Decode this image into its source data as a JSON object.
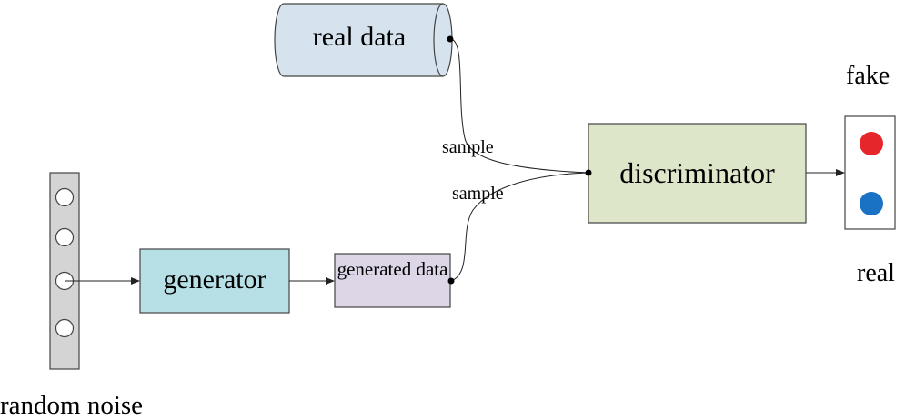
{
  "nodes": {
    "real_data": "real data",
    "generator": "generator",
    "generated_data": "generated data",
    "discriminator": "discriminator",
    "random_noise": "random noise"
  },
  "edges": {
    "sample_real": "sample",
    "sample_generated": "sample"
  },
  "outputs": {
    "fake": "fake",
    "real": "real"
  },
  "colors": {
    "real_data_fill": "#d6e3ee",
    "generator_fill": "#b7dfe6",
    "generated_data_fill": "#ddd6e7",
    "discriminator_fill": "#dde6c9",
    "noise_fill": "#d4d4d4",
    "fake_dot": "#e5262b",
    "real_dot": "#1a72c4"
  }
}
